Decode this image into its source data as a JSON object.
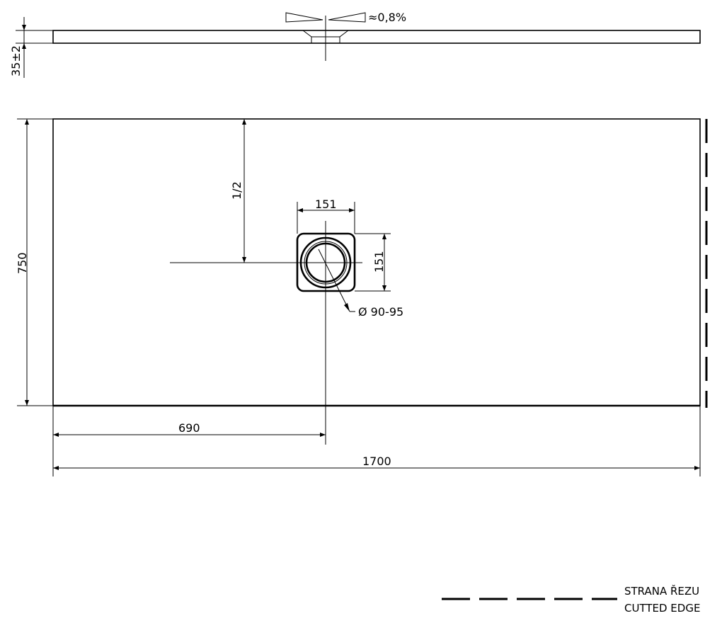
{
  "dimensions": {
    "thickness": "35±2",
    "slope": "≈0,8%",
    "width_total": "750",
    "half": "1/2",
    "drain_width": "151",
    "drain_height": "151",
    "drain_diameter": "Ø 90-95",
    "drain_offset": "690",
    "length_total": "1700"
  },
  "legend": {
    "line1": "STRANA ŘEZU",
    "line2": "CUTTED EDGE"
  }
}
